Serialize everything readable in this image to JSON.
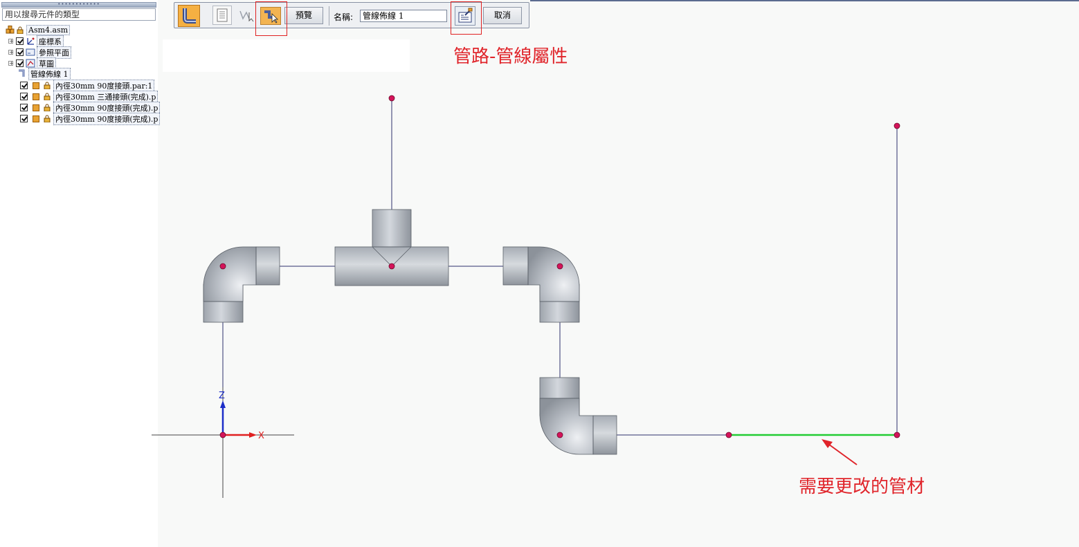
{
  "tree": {
    "search_placeholder": "用以搜尋元件的類型",
    "items": [
      {
        "label": "Asm4.asm"
      },
      {
        "label": "座標系"
      },
      {
        "label": "參照平面"
      },
      {
        "label": "草圖"
      },
      {
        "label": "管線佈線 1"
      },
      {
        "label": "內徑30mm 90度接頭.par:1"
      },
      {
        "label": "內徑30mm 三通接頭(完成).p"
      },
      {
        "label": "內徑30mm 90度接頭(完成).p"
      },
      {
        "label": "內徑30mm 90度接頭(完成).p"
      }
    ]
  },
  "command_bar": {
    "preview_label": "預覽",
    "name_label": "名稱:",
    "name_value": "管線佈線 1",
    "cancel_label": "取消"
  },
  "annotations": {
    "pipe_properties": "管路-管線屬性",
    "pipe_to_change": "需要更改的管材"
  },
  "axes": {
    "z_label": "Z",
    "x_label": "X"
  },
  "colors": {
    "accent_orange": "#f5b042",
    "annotation_red": "#e0242a",
    "selected_segment": "#22cc33",
    "keypoint": "#d4145a",
    "path_line": "#2b2f6b"
  },
  "icons": [
    "pipe-route-icon",
    "list-icon",
    "sketch-path-icon",
    "select-pipe-icon",
    "properties-icon",
    "assembly-icon",
    "coordinate-system-icon",
    "reference-plane-icon",
    "sketch-icon",
    "pipe-route-tree-icon",
    "part-icon",
    "lock-icon"
  ]
}
